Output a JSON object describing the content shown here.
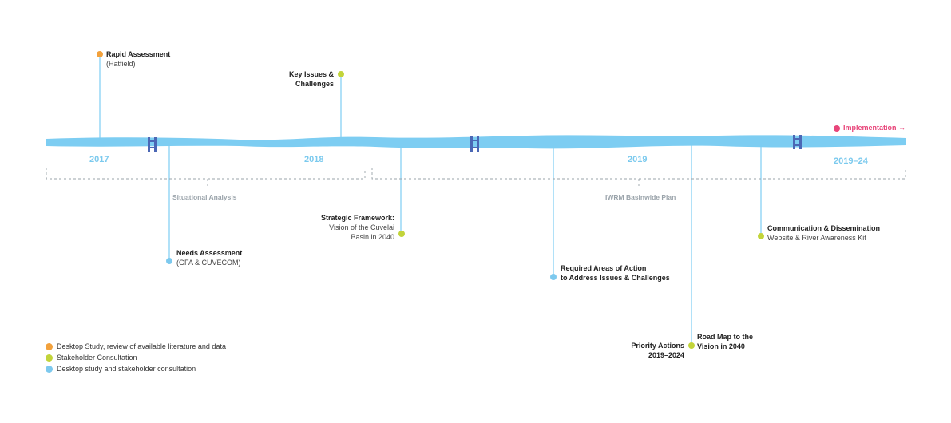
{
  "colors": {
    "orange": "#f2a13c",
    "green": "#c2d43a",
    "blue": "#7dc9ee",
    "river": "#7dcdf2",
    "marker": "#4b67b5",
    "pink": "#e8457a",
    "grey": "#9aa3aa"
  },
  "years": [
    "2017",
    "2018",
    "2019",
    "2019–24"
  ],
  "phases": {
    "situational": "Situational Analysis",
    "iwrm": "IWRM Basinwide Plan"
  },
  "implementation": "Implementation →",
  "milestones": [
    {
      "id": "rapid",
      "title": "Rapid Assessment",
      "sub": "(Hatfield)",
      "color": "orange"
    },
    {
      "id": "key",
      "title": "Key Issues &",
      "title2": "Challenges",
      "color": "green"
    },
    {
      "id": "needs",
      "title": "Needs Assessment",
      "sub": "(GFA & CUVECOM)",
      "color": "blue"
    },
    {
      "id": "strategic",
      "title": "Strategic Framework:",
      "sub": "Vision of the Cuvelai",
      "sub2": "Basin in 2040",
      "color": "green"
    },
    {
      "id": "required",
      "title": "Required Areas of Action",
      "title2": "to Address Issues & Challenges",
      "color": "blue"
    },
    {
      "id": "priority",
      "title": "Priority Actions",
      "title2": "2019–2024",
      "color": "green"
    },
    {
      "id": "roadmap",
      "title": "Road Map to the",
      "title2": "Vision in 2040",
      "color": "green"
    },
    {
      "id": "comms",
      "title": "Communication & Dissemination",
      "sub": "Website & River Awareness Kit",
      "color": "green"
    }
  ],
  "legend": [
    {
      "label": "Desktop Study, review of available literature and data",
      "color": "orange"
    },
    {
      "label": "Stakeholder Consultation",
      "color": "green"
    },
    {
      "label": "Desktop study and stakeholder consultation",
      "color": "blue"
    }
  ]
}
